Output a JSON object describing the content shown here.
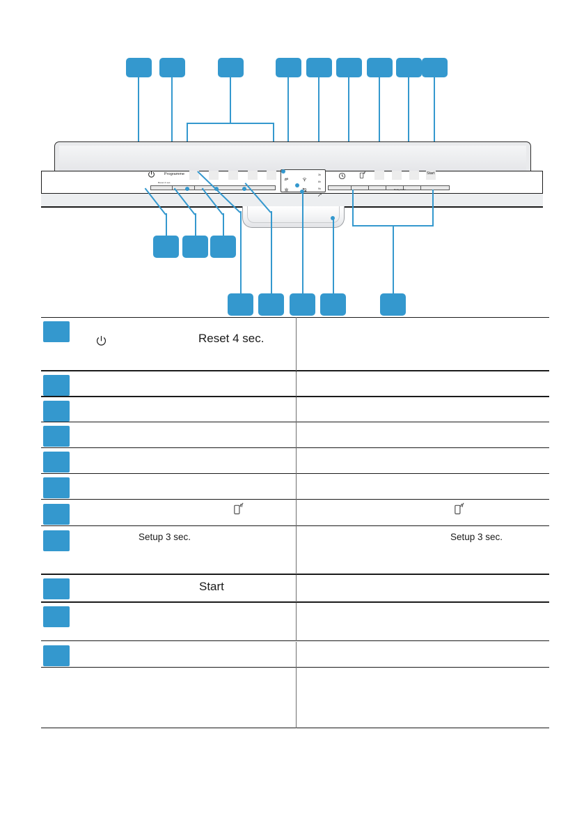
{
  "document": {
    "type": "appliance-control-panel-legend",
    "subject": "dishwasher control panel",
    "accent_color": "#3498ce",
    "line_color": "#1a1a1a"
  },
  "panel": {
    "power_icon": "power-icon",
    "programme_label": "Programme",
    "reset_label": "Reset 4 sec.",
    "start_label": "Start",
    "delay_label": "Delay 3 sec.",
    "clock_icon": "clock-icon",
    "remote_start_icon": "remote-start-icon",
    "timer_hours": [
      "3h",
      "6h",
      "9h"
    ],
    "indicator_icons": [
      "rinse-aid-icon",
      "intensive-zone-icon",
      "salt-icon",
      "half-load-icon",
      "extra-dry-icon"
    ],
    "program_buttons_left": [
      "",
      "",
      "",
      "",
      ""
    ],
    "option_buttons_right": [
      "",
      "",
      "",
      ""
    ]
  },
  "callouts": {
    "top_row": [
      {
        "id": "1",
        "label": ""
      },
      {
        "id": "2",
        "label": ""
      },
      {
        "id": "3",
        "label": ""
      },
      {
        "id": "4",
        "label": ""
      },
      {
        "id": "5",
        "label": ""
      },
      {
        "id": "6",
        "label": ""
      },
      {
        "id": "7",
        "label": ""
      },
      {
        "id": "8",
        "label": ""
      },
      {
        "id": "9",
        "label": ""
      }
    ],
    "bottom_upper_row": [
      {
        "id": "10",
        "label": ""
      },
      {
        "id": "11",
        "label": ""
      },
      {
        "id": "12",
        "label": ""
      }
    ],
    "bottom_lower_row": [
      {
        "id": "13",
        "label": ""
      },
      {
        "id": "14",
        "label": ""
      },
      {
        "id": "15",
        "label": ""
      },
      {
        "id": "16",
        "label": ""
      },
      {
        "id": "17",
        "label": ""
      }
    ]
  },
  "legend": {
    "rows": [
      {
        "badge": "",
        "left_icon": "power-icon",
        "left_text": "Reset 4 sec.",
        "right_icon": "",
        "right_text": ""
      },
      {
        "badge": "",
        "left_icon": "",
        "left_text": "",
        "right_icon": "",
        "right_text": ""
      },
      {
        "badge": "",
        "left_icon": "",
        "left_text": "",
        "right_icon": "",
        "right_text": ""
      },
      {
        "badge": "",
        "left_icon": "",
        "left_text": "",
        "right_icon": "",
        "right_text": ""
      },
      {
        "badge": "",
        "left_icon": "",
        "left_text": "",
        "right_icon": "",
        "right_text": ""
      },
      {
        "badge": "",
        "left_icon": "remote-start-icon",
        "left_text": "",
        "right_icon": "remote-start-icon",
        "right_text": ""
      },
      {
        "badge": "",
        "left_icon": "",
        "left_text": "Setup 3 sec.",
        "right_icon": "",
        "right_text": "Setup 3 sec."
      },
      {
        "badge": "",
        "left_icon": "",
        "left_text": "Start",
        "right_icon": "",
        "right_text": ""
      },
      {
        "badge": "",
        "left_icon": "",
        "left_text": "",
        "right_icon": "",
        "right_text": ""
      },
      {
        "badge": "",
        "left_icon": "",
        "left_text": "",
        "right_icon": "",
        "right_text": ""
      },
      {
        "badge": "",
        "left_icon": "",
        "left_text": "",
        "right_icon": "",
        "right_text": ""
      }
    ]
  }
}
